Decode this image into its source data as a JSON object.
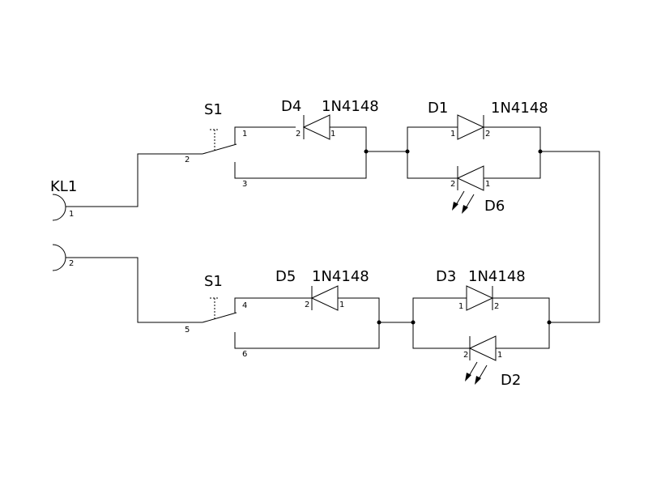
{
  "connector": {
    "ref": "KL1",
    "pins": [
      "1",
      "2"
    ]
  },
  "switch": {
    "top": {
      "ref": "S1",
      "pins": [
        "1",
        "2",
        "3"
      ]
    },
    "bottom": {
      "ref": "S1",
      "pins": [
        "4",
        "5",
        "6"
      ]
    }
  },
  "diodes": {
    "D4": {
      "ref": "D4",
      "value": "1N4148",
      "pin_left": "2",
      "pin_right": "1"
    },
    "D1": {
      "ref": "D1",
      "value": "1N4148",
      "pin_left": "1",
      "pin_right": "2"
    },
    "D6": {
      "ref": "D6",
      "pin_left": "2",
      "pin_right": "1"
    },
    "D5": {
      "ref": "D5",
      "value": "1N4148",
      "pin_left": "2",
      "pin_right": "1"
    },
    "D3": {
      "ref": "D3",
      "value": "1N4148",
      "pin_left": "1",
      "pin_right": "2"
    },
    "D2": {
      "ref": "D2",
      "pin_left": "2",
      "pin_right": "1"
    }
  }
}
